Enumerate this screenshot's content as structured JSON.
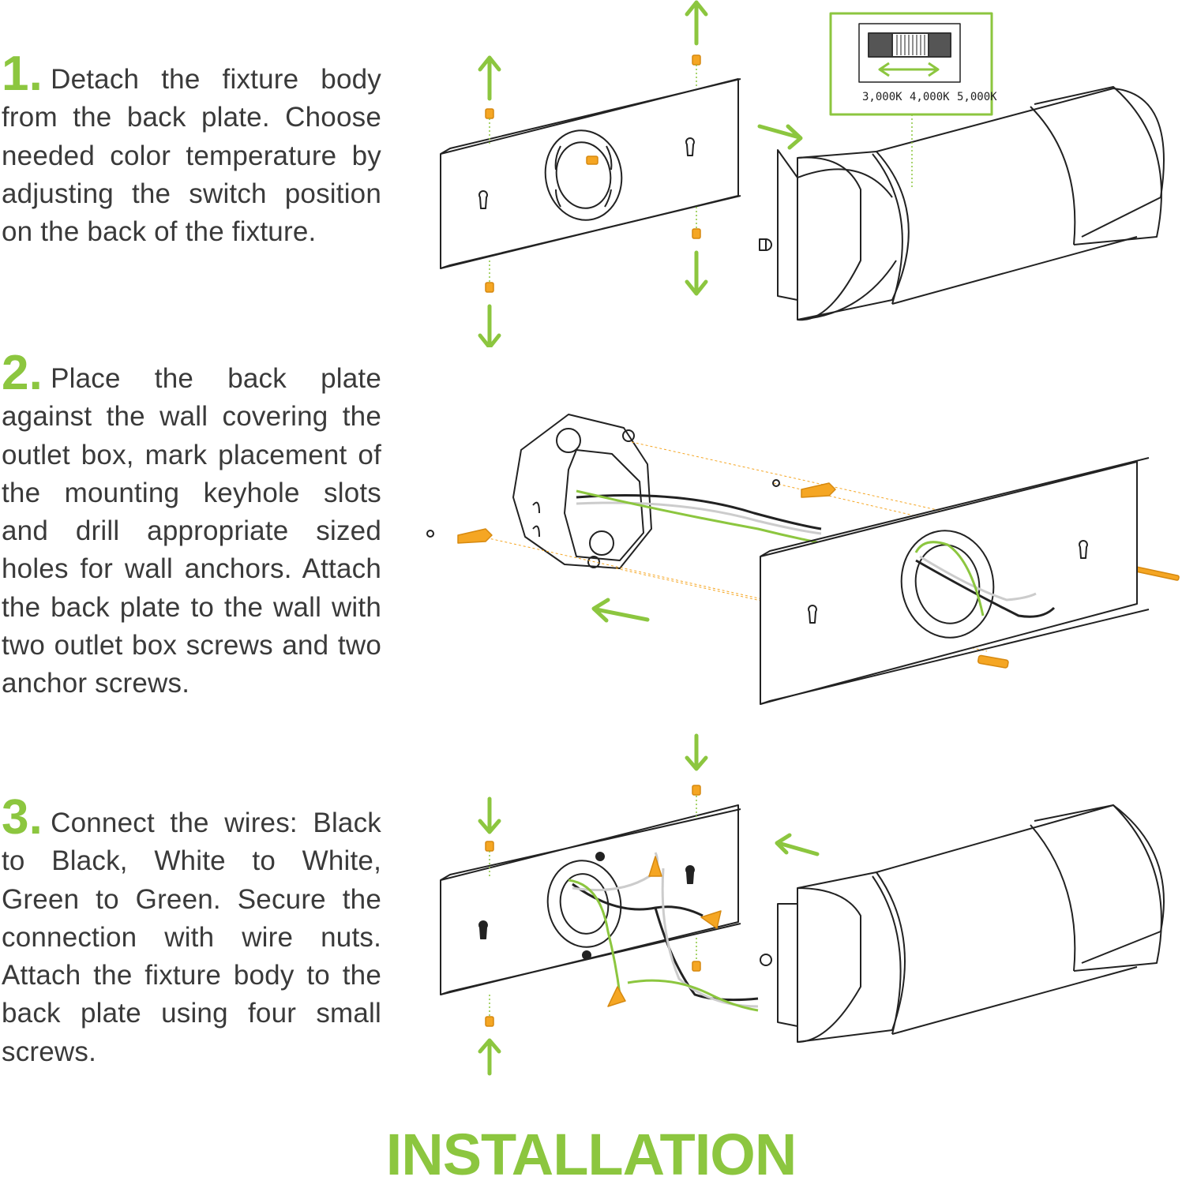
{
  "steps": [
    {
      "number": "1.",
      "text": "Detach the fixture body from the back plate. Choose needed color temperature by adjusting the switch position on the back of the fixture."
    },
    {
      "number": "2.",
      "text": "Place the back plate against the wall covering the outlet box, mark placement of the mounting keyhole slots and drill appropriate sized holes for wall anchors. Attach the back plate to the wall with two outlet box screws and two anchor screws."
    },
    {
      "number": "3.",
      "text": "Connect the wires: Black to Black, White to White, Green to Green. Secure the connection with wire nuts. Attach the fixture body to the back plate using four small screws."
    }
  ],
  "switch_labels": [
    "3,000K",
    "4,000K",
    "5,000K"
  ],
  "title": "INSTALLATION",
  "colors": {
    "accent": "#8cc63f",
    "screw": "#f5a623",
    "line": "#222222"
  }
}
